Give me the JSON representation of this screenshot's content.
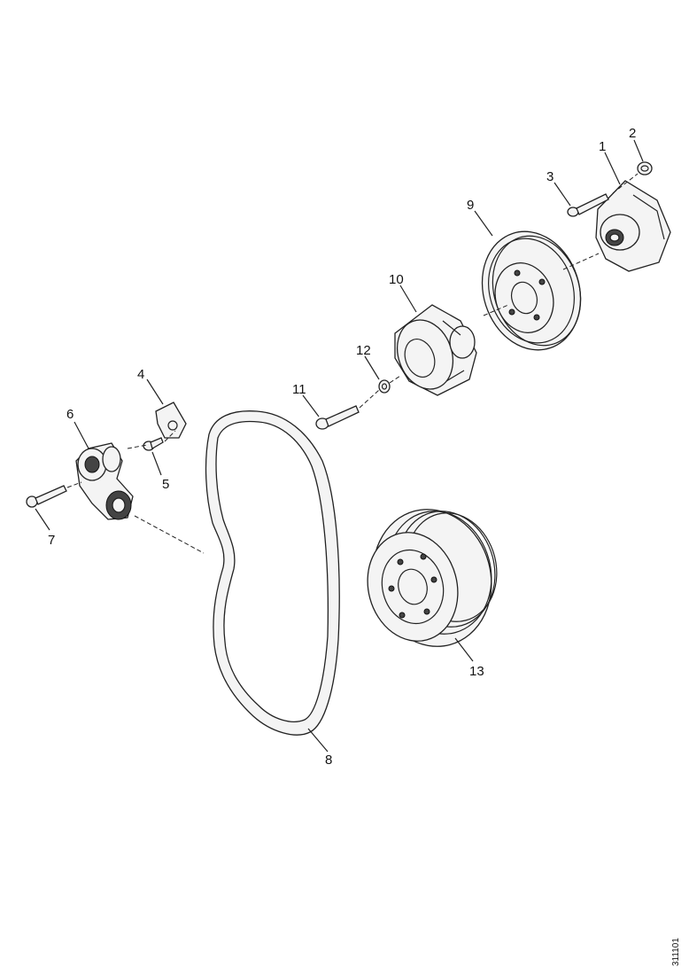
{
  "figure": {
    "code": "311101"
  },
  "callouts": {
    "c1": "1",
    "c2": "2",
    "c3": "3",
    "c4": "4",
    "c5": "5",
    "c6": "6",
    "c7": "7",
    "c8": "8",
    "c9": "9",
    "c10": "10",
    "c11": "11",
    "c12": "12",
    "c13": "13"
  }
}
